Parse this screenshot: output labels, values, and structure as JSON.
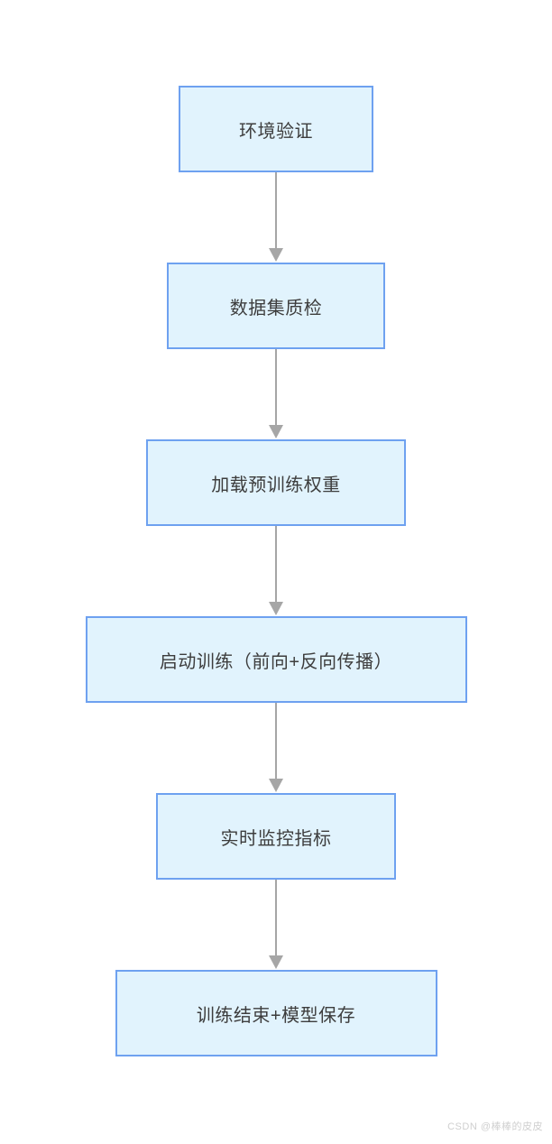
{
  "page": {
    "background": "#ffffff"
  },
  "flowchart": {
    "type": "vertical-flow",
    "node_fill": "#e1f3fd",
    "node_border": "#6ea1f0",
    "node_text_color": "#3d3d3d",
    "arrow_color": "#a6a6a6",
    "nodes": [
      {
        "label": "环境验证"
      },
      {
        "label": "数据集质检"
      },
      {
        "label": "加载预训练权重"
      },
      {
        "label": "启动训练（前向+反向传播）"
      },
      {
        "label": "实时监控指标"
      },
      {
        "label": "训练结束+模型保存"
      }
    ]
  },
  "watermark": {
    "text": "CSDN @棒棒的皮皮",
    "color": "#cfcfcf"
  }
}
